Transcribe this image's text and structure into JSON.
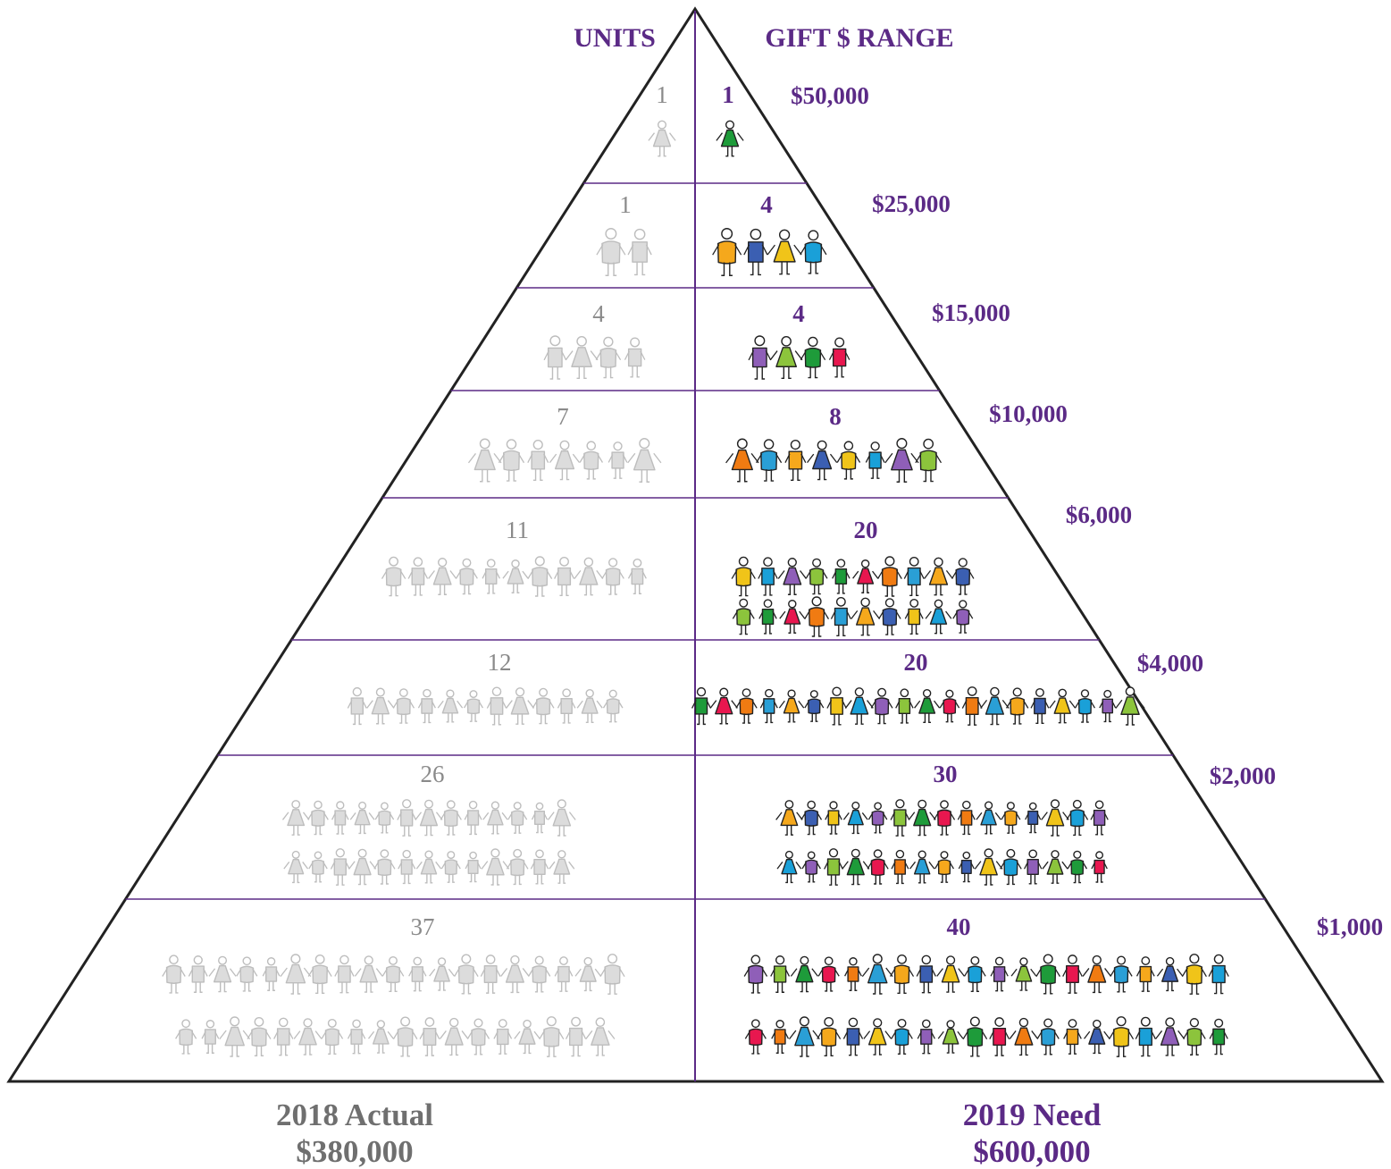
{
  "header": {
    "units_label": "UNITS",
    "gift_range_label": "GIFT $ RANGE"
  },
  "colors": {
    "purple": "#5b2a86",
    "gray": "#8a8a8a",
    "figure_gray": "#dcdcdc",
    "figure_palette": [
      "#1e9b3a",
      "#1aa0d8",
      "#f5a81c",
      "#e8174f",
      "#8f5fb8",
      "#3b5fb2",
      "#f07b12",
      "#8cc43c",
      "#f0c419",
      "#2a9fd6"
    ]
  },
  "tiers": [
    {
      "actual_units": "1",
      "need_units": "1",
      "gift_range": "$50,000",
      "actual_rows": [
        1
      ],
      "need_rows": [
        1
      ]
    },
    {
      "actual_units": "1",
      "need_units": "4",
      "gift_range": "$25,000",
      "actual_rows": [
        2
      ],
      "need_rows": [
        4
      ]
    },
    {
      "actual_units": "4",
      "need_units": "4",
      "gift_range": "$15,000",
      "actual_rows": [
        4
      ],
      "need_rows": [
        4
      ]
    },
    {
      "actual_units": "7",
      "need_units": "8",
      "gift_range": "$10,000",
      "actual_rows": [
        7
      ],
      "need_rows": [
        8
      ]
    },
    {
      "actual_units": "11",
      "need_units": "20",
      "gift_range": "$6,000",
      "actual_rows": [
        11
      ],
      "need_rows": [
        10,
        10
      ]
    },
    {
      "actual_units": "12",
      "need_units": "20",
      "gift_range": "$4,000",
      "actual_rows": [
        12
      ],
      "need_rows": [
        20
      ]
    },
    {
      "actual_units": "26",
      "need_units": "30",
      "gift_range": "$2,000",
      "actual_rows": [
        13,
        13
      ],
      "need_rows": [
        15,
        15
      ]
    },
    {
      "actual_units": "37",
      "need_units": "40",
      "gift_range": "$1,000",
      "actual_rows": [
        19,
        18
      ],
      "need_rows": [
        20,
        20
      ]
    }
  ],
  "footer": {
    "actual_label": "2018 Actual",
    "actual_total": "$380,000",
    "need_label": "2019 Need",
    "need_total": "$600,000"
  }
}
